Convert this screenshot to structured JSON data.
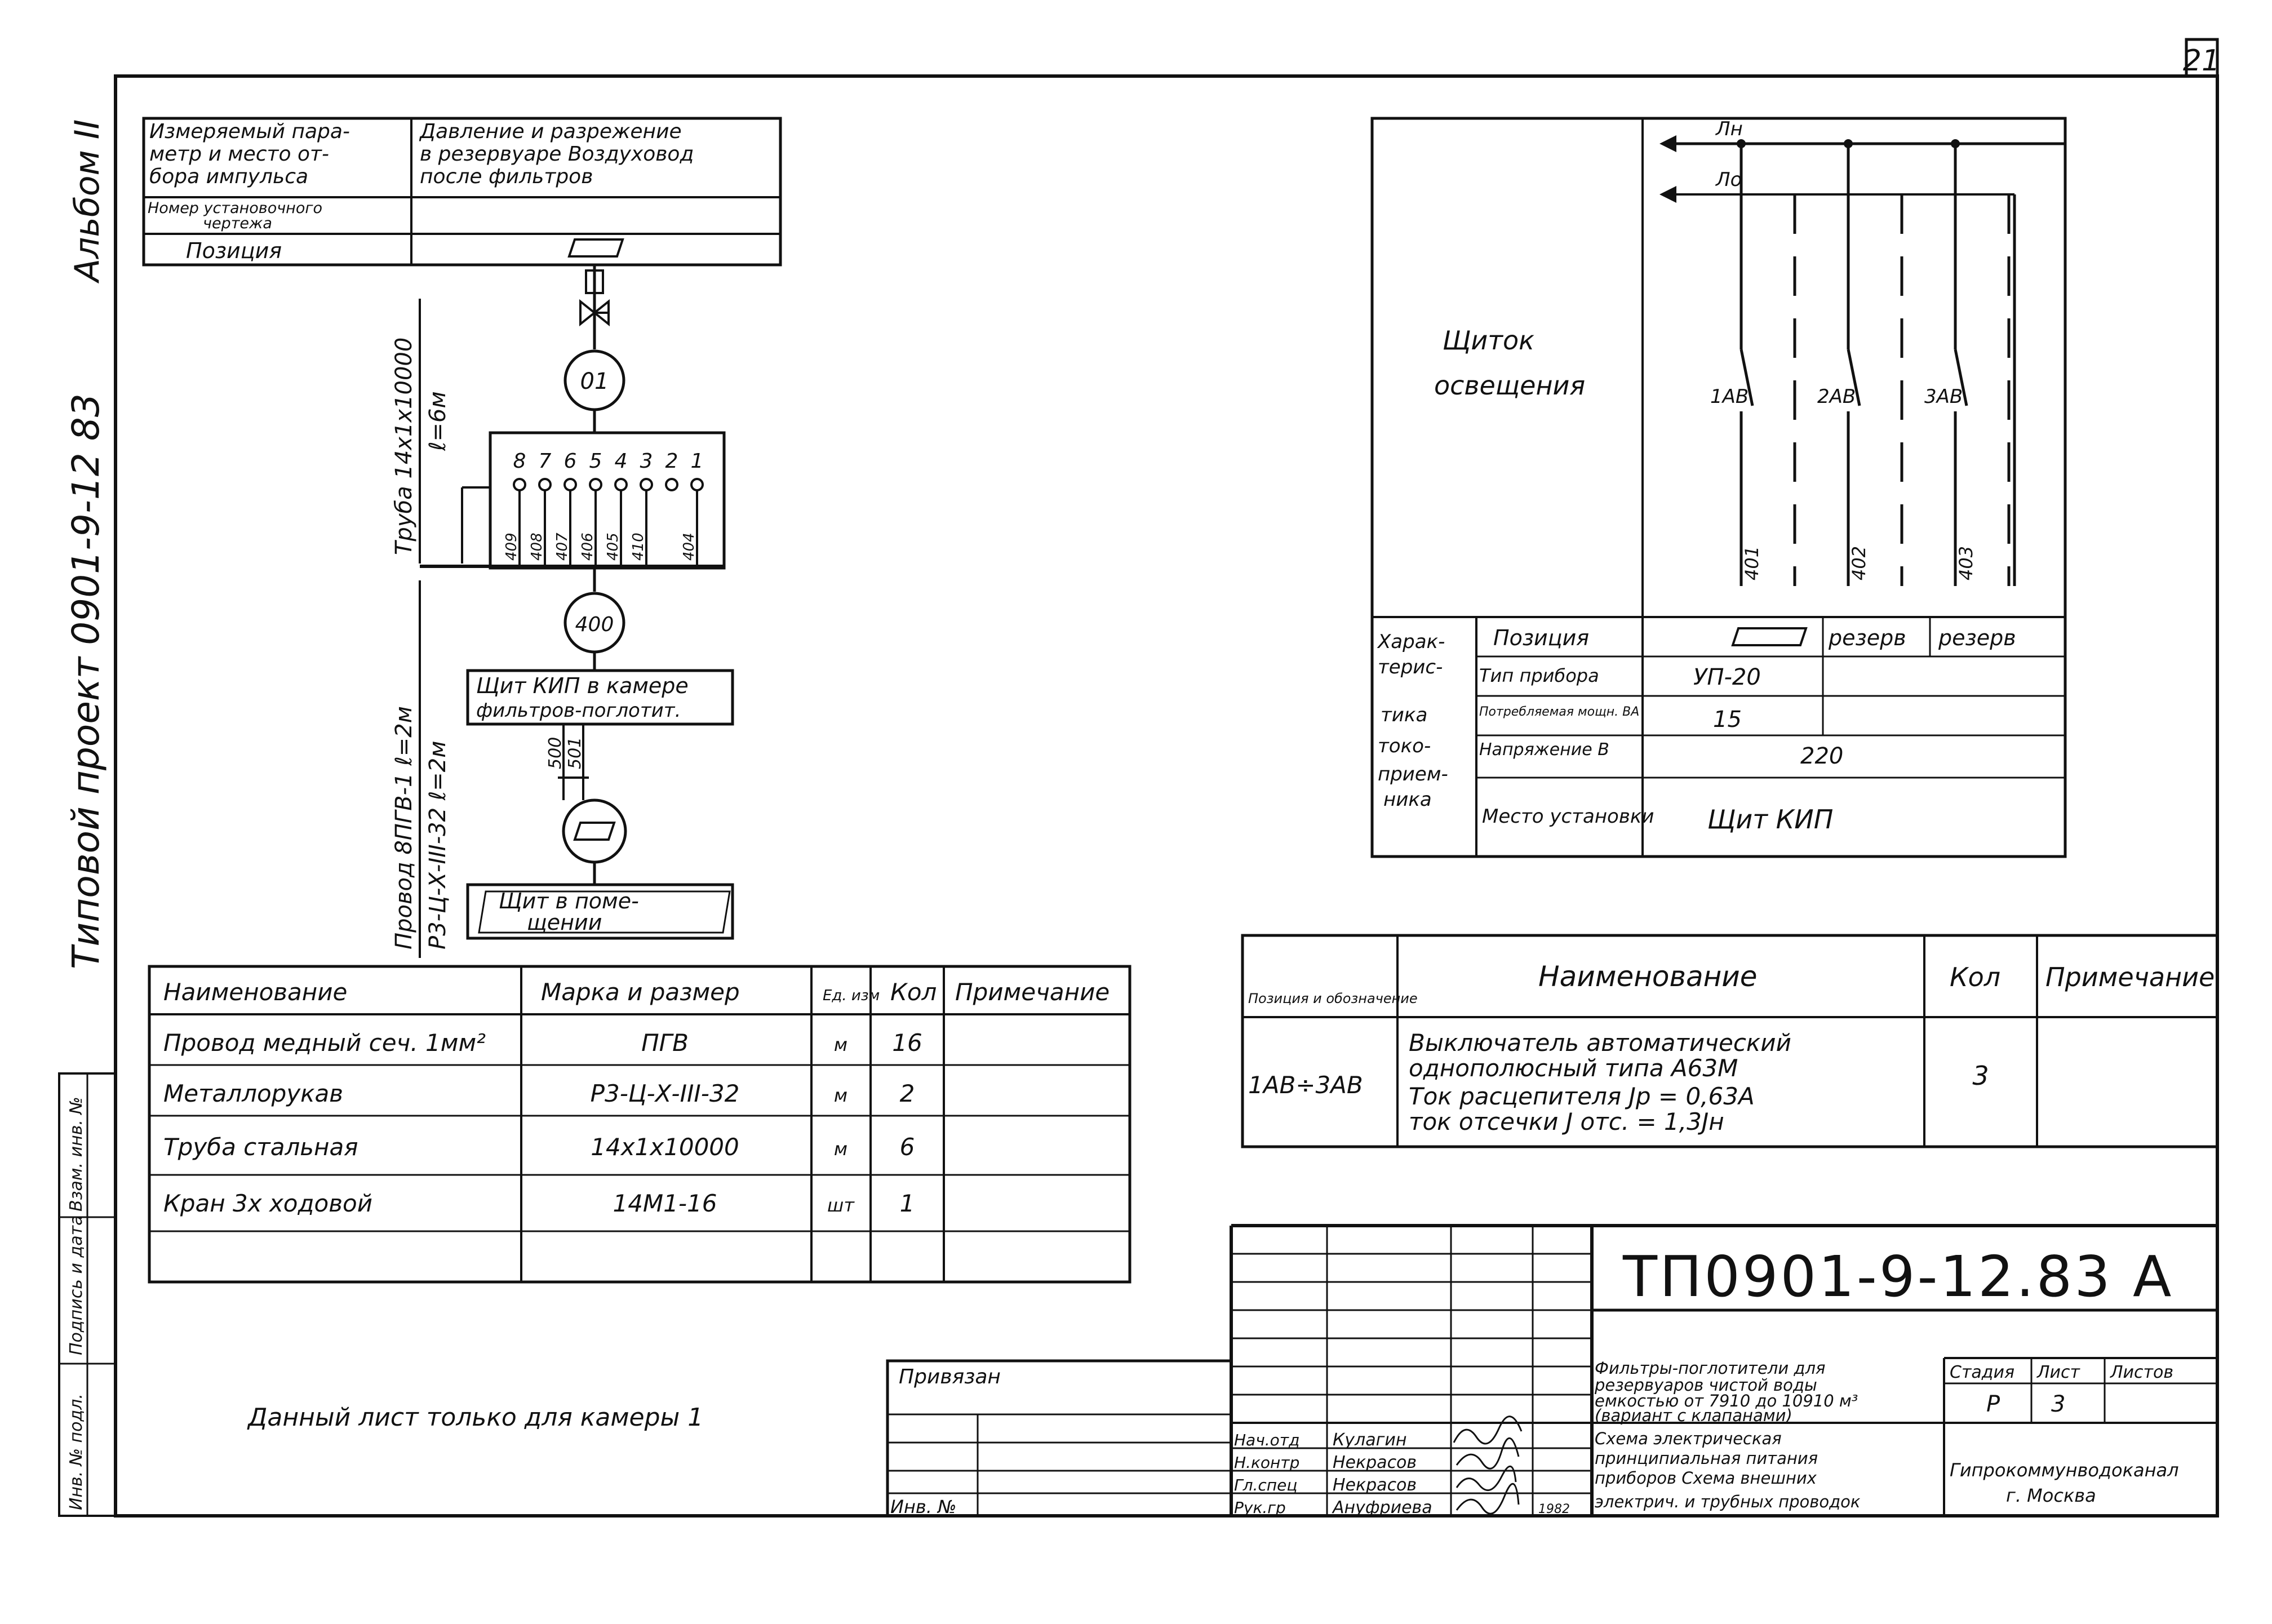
{
  "sheet": {
    "number": "21",
    "album": "Альбом II",
    "project": "Типовой проект 0901-9-12 83"
  },
  "left_stamp": [
    "Инв. № подл.",
    "Подпись и дата",
    "Взам. инв. №"
  ],
  "param_table": {
    "rows": [
      {
        "label": [
          "Измеряемый пара-",
          "метр и место от-",
          "бора импульса"
        ],
        "value": [
          "Давление и разрежение",
          "в резервуаре Воздуховод",
          "после фильтров"
        ]
      },
      {
        "label": [
          "Номер установочного",
          "чертежа"
        ],
        "value": []
      },
      {
        "label": [
          "Позиция"
        ],
        "value": []
      }
    ]
  },
  "pipe_labels": {
    "pipe": "Труба 14х1х10000",
    "pipe_len": "ℓ=6м",
    "wire": "Провод 8ПГВ-1  ℓ=2м",
    "hose": "Р3-Ц-Х-III-32  ℓ=2м"
  },
  "devices": {
    "d1": "01",
    "d2": "400"
  },
  "terminal": {
    "numbers": [
      "8",
      "7",
      "6",
      "5",
      "4",
      "3",
      "2",
      "1"
    ],
    "wires": [
      "409",
      "408",
      "407",
      "406",
      "405",
      "410",
      "404"
    ],
    "out_wires": [
      "500",
      "501"
    ]
  },
  "boxes": {
    "kip": [
      "Щит КИП в камере",
      "фильтров-поглотит."
    ],
    "room": [
      "Щит в поме-",
      "щении"
    ]
  },
  "materials": {
    "headers": [
      "Наименование",
      "Марка и размер",
      "Ед. изм",
      "Кол",
      "Примечание"
    ],
    "rows": [
      [
        "Провод медный сеч. 1мм²",
        "ПГВ",
        "м",
        "16",
        ""
      ],
      [
        "Металлорукав",
        "Р3-Ц-Х-III-32",
        "м",
        "2",
        ""
      ],
      [
        "Труба стальная",
        "14х1х10000",
        "м",
        "6",
        ""
      ],
      [
        "Кран 3х ходовой",
        "14М1-16",
        "шт",
        "1",
        ""
      ],
      [
        "",
        "",
        "",
        "",
        ""
      ]
    ]
  },
  "note": "Данный лист только для камеры 1",
  "lighting": {
    "panel_label": [
      "Щиток",
      "освещения"
    ],
    "buses": [
      "Лн",
      "Ло"
    ],
    "breakers": [
      "1АВ",
      "2АВ",
      "3АВ"
    ],
    "lines": [
      "401",
      "402",
      "403"
    ],
    "char_title": [
      "Харак-",
      "терис-",
      "тика",
      "токо-",
      "прием-",
      "ника"
    ],
    "char_rows": [
      {
        "label": "Позиция",
        "cells": [
          "",
          "резерв",
          "резерв"
        ]
      },
      {
        "label": "Тип прибора",
        "cells": [
          "УП-20",
          "",
          ""
        ]
      },
      {
        "label": "Потребляемая мощн. ВА",
        "cells": [
          "15",
          "",
          ""
        ]
      },
      {
        "label": "Напряжение В",
        "cells": [
          "220"
        ]
      },
      {
        "label": "Место установки",
        "cells": [
          "Щит КИП"
        ]
      }
    ]
  },
  "breaker_table": {
    "headers": [
      "Позиция и обозначение",
      "Наименование",
      "Кол",
      "Примечание"
    ],
    "row": {
      "pos": "1АВ÷3АВ",
      "name": [
        "Выключатель автоматический",
        "однополюсный типа А63М",
        "Ток расцепителя Jр = 0,63А",
        "ток отсечки  J отс. = 1,3Jн"
      ],
      "qty": "3",
      "note": ""
    }
  },
  "title_block": {
    "code": "ТП0901-9-12.83",
    "letter": "А",
    "bound": "Привязан",
    "inv": "Инв. №",
    "roles": [
      [
        "Нач.отд",
        "Кулагин"
      ],
      [
        "Н.контр",
        "Некрасов"
      ],
      [
        "Гл.спец",
        "Некрасов"
      ],
      [
        "Рук.гр",
        "Ануфриева"
      ]
    ],
    "year": "1982",
    "description": [
      "Фильтры-поглотители для",
      "резервуаров чистой воды",
      "емкостью от 7910 до 10910 м³",
      "(вариант с клапанами)",
      "Схема электрическая",
      "принципиальная питания",
      "приборов Схема внешних",
      "электрич. и трубных проводок"
    ],
    "stage_headers": [
      "Стадия",
      "Лист",
      "Листов"
    ],
    "stage_values": [
      "Р",
      "3",
      ""
    ],
    "org": [
      "Гипрокоммунводоканал",
      "г. Москва"
    ]
  }
}
